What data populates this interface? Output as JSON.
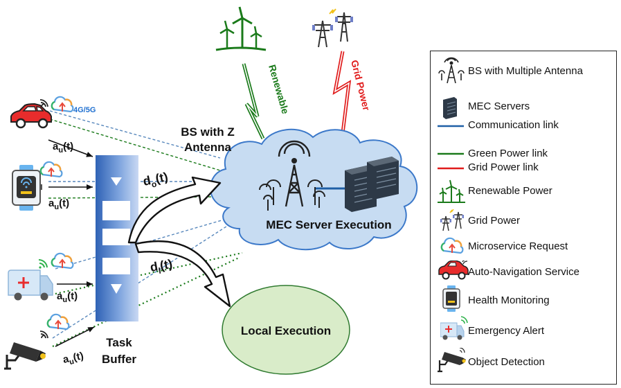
{
  "title_antenna": [
    "BS with Z",
    "Antenna"
  ],
  "cloud_label": "MEC Server Execution",
  "local_label": "Local Execution",
  "buffer_label": [
    "Task",
    "Buffer"
  ],
  "net_label": "4G/5G",
  "renewable_label": "Renewable",
  "grid_label": "Grid Power",
  "arrival": {
    "main": "a",
    "sub": "u",
    "arg": "(t)"
  },
  "offload": {
    "main": "d",
    "sub": "o",
    "arg": "(t)"
  },
  "local": {
    "main": "d",
    "sub": "l",
    "arg": "(t)"
  },
  "colors": {
    "comm": "#1f5fa6",
    "green": "#1a7a1a",
    "grid": "#e01b1b",
    "cloud_fill": "#c7dcf2",
    "local_fill": "#d9ecc9",
    "buffer": "#4a7bc4",
    "arrow_blue": "#1e6fd0"
  },
  "legend": [
    {
      "icon": "antenna-icon",
      "label": "BS with Multiple Antenna"
    },
    {
      "icon": "server-icon",
      "label": "MEC Servers"
    },
    {
      "icon": "comm-line",
      "label": "Communication link"
    },
    {
      "icon": "green-line",
      "label": "Green Power link"
    },
    {
      "icon": "grid-line",
      "label": "Grid Power link"
    },
    {
      "icon": "windmill-icon",
      "label": "Renewable Power"
    },
    {
      "icon": "tower-icon",
      "label": "Grid Power"
    },
    {
      "icon": "cloud-icon",
      "label": "Microservice Request"
    },
    {
      "icon": "car-icon",
      "label": "Auto-Navigation Service"
    },
    {
      "icon": "watch-icon",
      "label": "Health Monitoring"
    },
    {
      "icon": "ambulance-icon",
      "label": "Emergency Alert"
    },
    {
      "icon": "camera-icon",
      "label": "Object Detection"
    }
  ]
}
